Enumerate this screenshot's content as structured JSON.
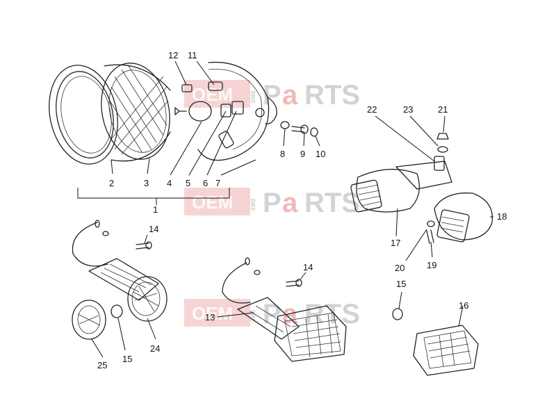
{
  "watermark": {
    "brand_left": "OEM",
    "brand_mid": "BIKE",
    "brand_p": "P",
    "brand_a": "a",
    "brand_rest": "RTS",
    "accent_color": "#d63c3c"
  },
  "callouts": [
    {
      "id": "c1",
      "text": "1"
    },
    {
      "id": "c2",
      "text": "2"
    },
    {
      "id": "c3",
      "text": "3"
    },
    {
      "id": "c4",
      "text": "4"
    },
    {
      "id": "c5",
      "text": "5"
    },
    {
      "id": "c6",
      "text": "6"
    },
    {
      "id": "c7",
      "text": "7"
    },
    {
      "id": "c8",
      "text": "8"
    },
    {
      "id": "c9",
      "text": "9"
    },
    {
      "id": "c10",
      "text": "10"
    },
    {
      "id": "c11",
      "text": "11"
    },
    {
      "id": "c12",
      "text": "12"
    },
    {
      "id": "c13",
      "text": "13"
    },
    {
      "id": "c14a",
      "text": "14"
    },
    {
      "id": "c14b",
      "text": "14"
    },
    {
      "id": "c15a",
      "text": "15"
    },
    {
      "id": "c15b",
      "text": "15"
    },
    {
      "id": "c16",
      "text": "16"
    },
    {
      "id": "c17",
      "text": "17"
    },
    {
      "id": "c18",
      "text": "18"
    },
    {
      "id": "c19",
      "text": "19"
    },
    {
      "id": "c20",
      "text": "20"
    },
    {
      "id": "c21",
      "text": "21"
    },
    {
      "id": "c22",
      "text": "22"
    },
    {
      "id": "c23",
      "text": "23"
    },
    {
      "id": "c24",
      "text": "24"
    },
    {
      "id": "c25",
      "text": "25"
    }
  ]
}
